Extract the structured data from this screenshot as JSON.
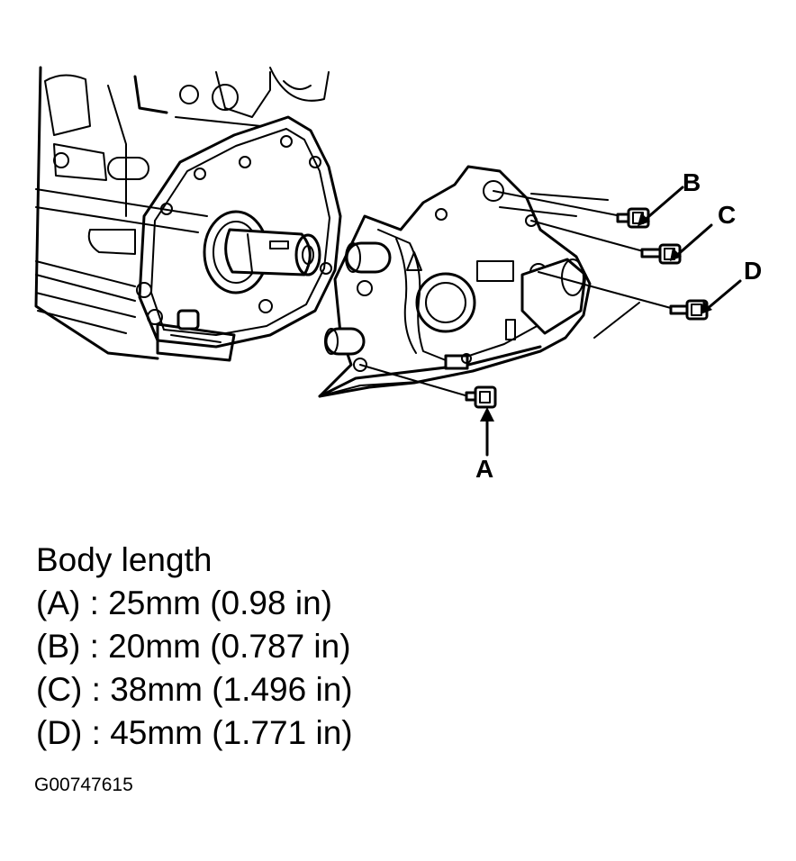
{
  "callouts": {
    "a": "A",
    "b": "B",
    "c": "C",
    "d": "D"
  },
  "caption": {
    "heading": "Body length",
    "lines": [
      "(A) : 25mm (0.98 in)",
      "(B) : 20mm (0.787 in)",
      "(C) : 38mm (1.496 in)",
      "(D) : 45mm (1.771 in)"
    ]
  },
  "figure_id": "G00747615"
}
